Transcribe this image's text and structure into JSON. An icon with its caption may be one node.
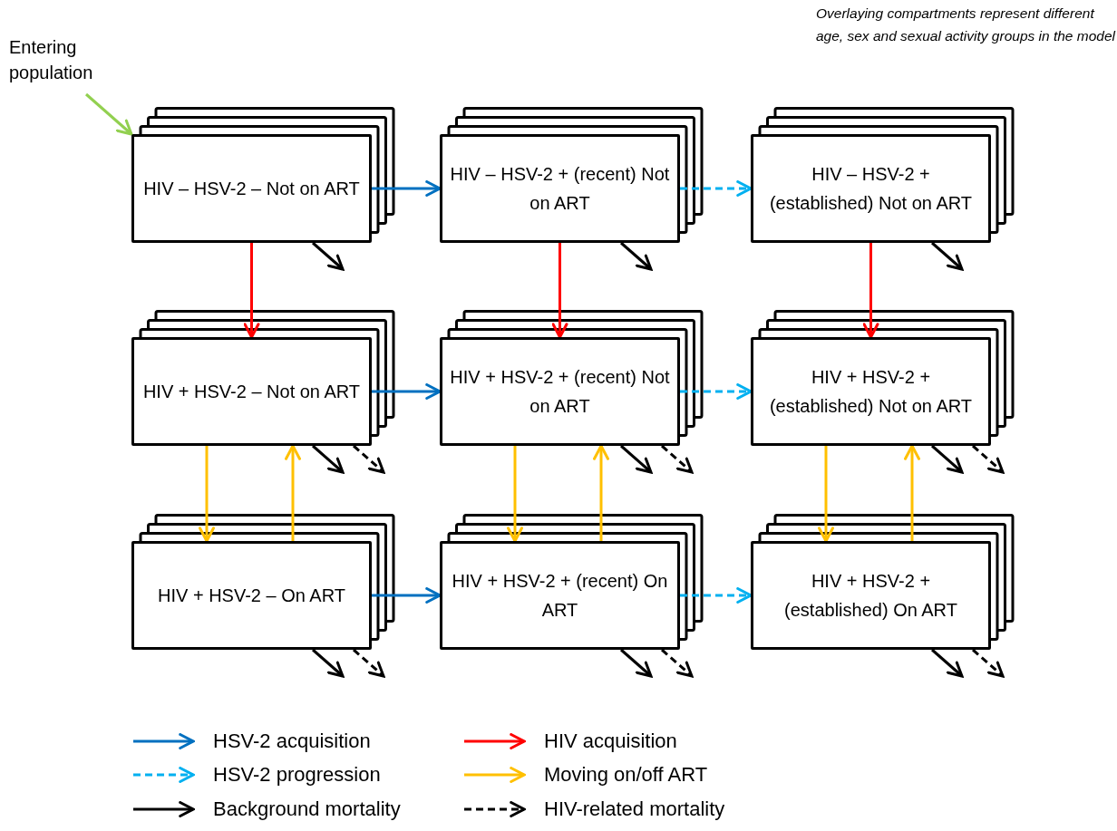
{
  "diagram": {
    "nodes": [
      {
        "text": [
          "Entering population"
        ]
      },
      {
        "text": [
          "HIV – HSV-2 – Not on ART"
        ]
      },
      {
        "text": [
          "HIV – HSV-2 + (recent) Not on ART"
        ]
      },
      {
        "text": [
          "HIV – HSV-2 + (established) Not on ART"
        ]
      },
      {
        "text": [
          "HIV + HSV-2 – Not on ART"
        ]
      },
      {
        "text": [
          "HIV + HSV-2 + (recent) Not on ART"
        ]
      },
      {
        "text": [
          "HIV + HSV-2 + (established) Not on ART"
        ]
      },
      {
        "text": [
          "HIV + HSV-2 – On ART"
        ]
      },
      {
        "text": [
          "HIV + HSV-2 + (recent) On ART"
        ]
      },
      {
        "text": [
          "HIV + HSV-2 + (established) On ART"
        ]
      }
    ],
    "edges": [
      {
        "from": 0,
        "to": 1,
        "arrow": "to",
        "color": "#92d050"
      },
      {
        "from": 1,
        "to": 2,
        "arrow": "to",
        "color": "#0070c0"
      },
      {
        "from": 4,
        "to": 5,
        "arrow": "to",
        "color": "#0070c0"
      },
      {
        "from": 7,
        "to": 8,
        "arrow": "to",
        "color": "#0070c0"
      },
      {
        "from": 2,
        "to": 3,
        "arrow": "to",
        "style": "dashed",
        "color": "#00b0f0"
      },
      {
        "from": 5,
        "to": 6,
        "arrow": "to",
        "style": "dashed",
        "color": "#00b0f0"
      },
      {
        "from": 8,
        "to": 9,
        "arrow": "to",
        "style": "dashed",
        "color": "#00b0f0"
      },
      {
        "from": 1,
        "to": 4,
        "arrow": "to",
        "color": "#ff0000"
      },
      {
        "from": 2,
        "to": 5,
        "arrow": "to",
        "color": "#ff0000"
      },
      {
        "from": 3,
        "to": 6,
        "arrow": "to",
        "color": "#ff0000"
      },
      {
        "from": 4,
        "to": 7,
        "arrow": "to",
        "color": "#ffc000"
      },
      {
        "from": 7,
        "to": 4,
        "arrow": "to",
        "color": "#ffc000"
      },
      {
        "from": 5,
        "to": 8,
        "arrow": "to",
        "color": "#ffc000"
      },
      {
        "from": 8,
        "to": 5,
        "arrow": "to",
        "color": "#ffc000"
      },
      {
        "from": 6,
        "to": 9,
        "arrow": "to",
        "color": "#ffc000"
      },
      {
        "from": 9,
        "to": 6,
        "arrow": "to",
        "color": "#ffc000"
      },
      {
        "from": 1,
        "to": null,
        "arrow": "to"
      },
      {
        "from": 2,
        "to": null,
        "arrow": "to"
      },
      {
        "from": 3,
        "to": null,
        "arrow": "to"
      },
      {
        "from": 4,
        "to": null,
        "arrow": "to"
      },
      {
        "from": 4,
        "to": null,
        "arrow": "to",
        "style": "dashed"
      },
      {
        "from": 5,
        "to": null,
        "arrow": "to"
      },
      {
        "from": 5,
        "to": null,
        "arrow": "to",
        "style": "dashed"
      },
      {
        "from": 6,
        "to": null,
        "arrow": "to"
      },
      {
        "from": 6,
        "to": null,
        "arrow": "to",
        "style": "dashed"
      },
      {
        "from": 7,
        "to": null,
        "arrow": "to"
      },
      {
        "from": 7,
        "to": null,
        "arrow": "to",
        "style": "dashed"
      },
      {
        "from": 8,
        "to": null,
        "arrow": "to"
      },
      {
        "from": 8,
        "to": null,
        "arrow": "to",
        "style": "dashed"
      },
      {
        "from": 9,
        "to": null,
        "arrow": "to"
      },
      {
        "from": 9,
        "to": null,
        "arrow": "to",
        "style": "dashed"
      }
    ],
    "labels": [
      "Overlaying compartments represent different age, sex and sexual activity groups in the model"
    ],
    "legend": [
      {
        "text": "HSV-2 acquisition"
      },
      {
        "text": "HIV acquisition"
      },
      {
        "text": "HSV-2 progression"
      },
      {
        "text": "Moving on/off ART"
      },
      {
        "text": "Background mortality"
      },
      {
        "text": "HIV-related mortality"
      }
    ]
  }
}
